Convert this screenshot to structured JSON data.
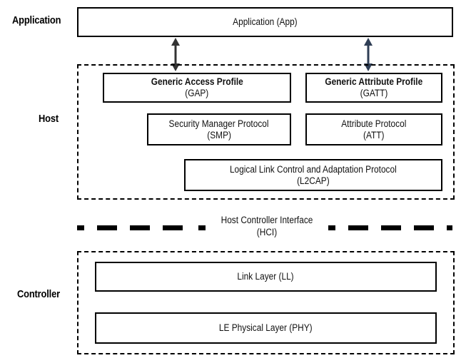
{
  "layers": {
    "application": "Application",
    "host": "Host",
    "controller": "Controller"
  },
  "boxes": {
    "app": "Application (App)",
    "gap_title": "Generic Access Profile",
    "gap_sub": "(GAP)",
    "gatt_title": "Generic Attribute Profile",
    "gatt_sub": "(GATT)",
    "smp_title": "Security Manager Protocol",
    "smp_sub": "(SMP)",
    "att_title": "Attribute Protocol",
    "att_sub": "(ATT)",
    "l2cap_title": "Logical Link Control and Adaptation Protocol",
    "l2cap_sub": "(L2CAP)",
    "ll": "Link Layer (LL)",
    "phy": "LE Physical Layer (PHY)"
  },
  "hci": {
    "title": "Host Controller Interface",
    "sub": "(HCI)"
  },
  "colors": {
    "line": "#000000",
    "arrow_left": "#333333",
    "arrow_right": "#2f3e55"
  }
}
